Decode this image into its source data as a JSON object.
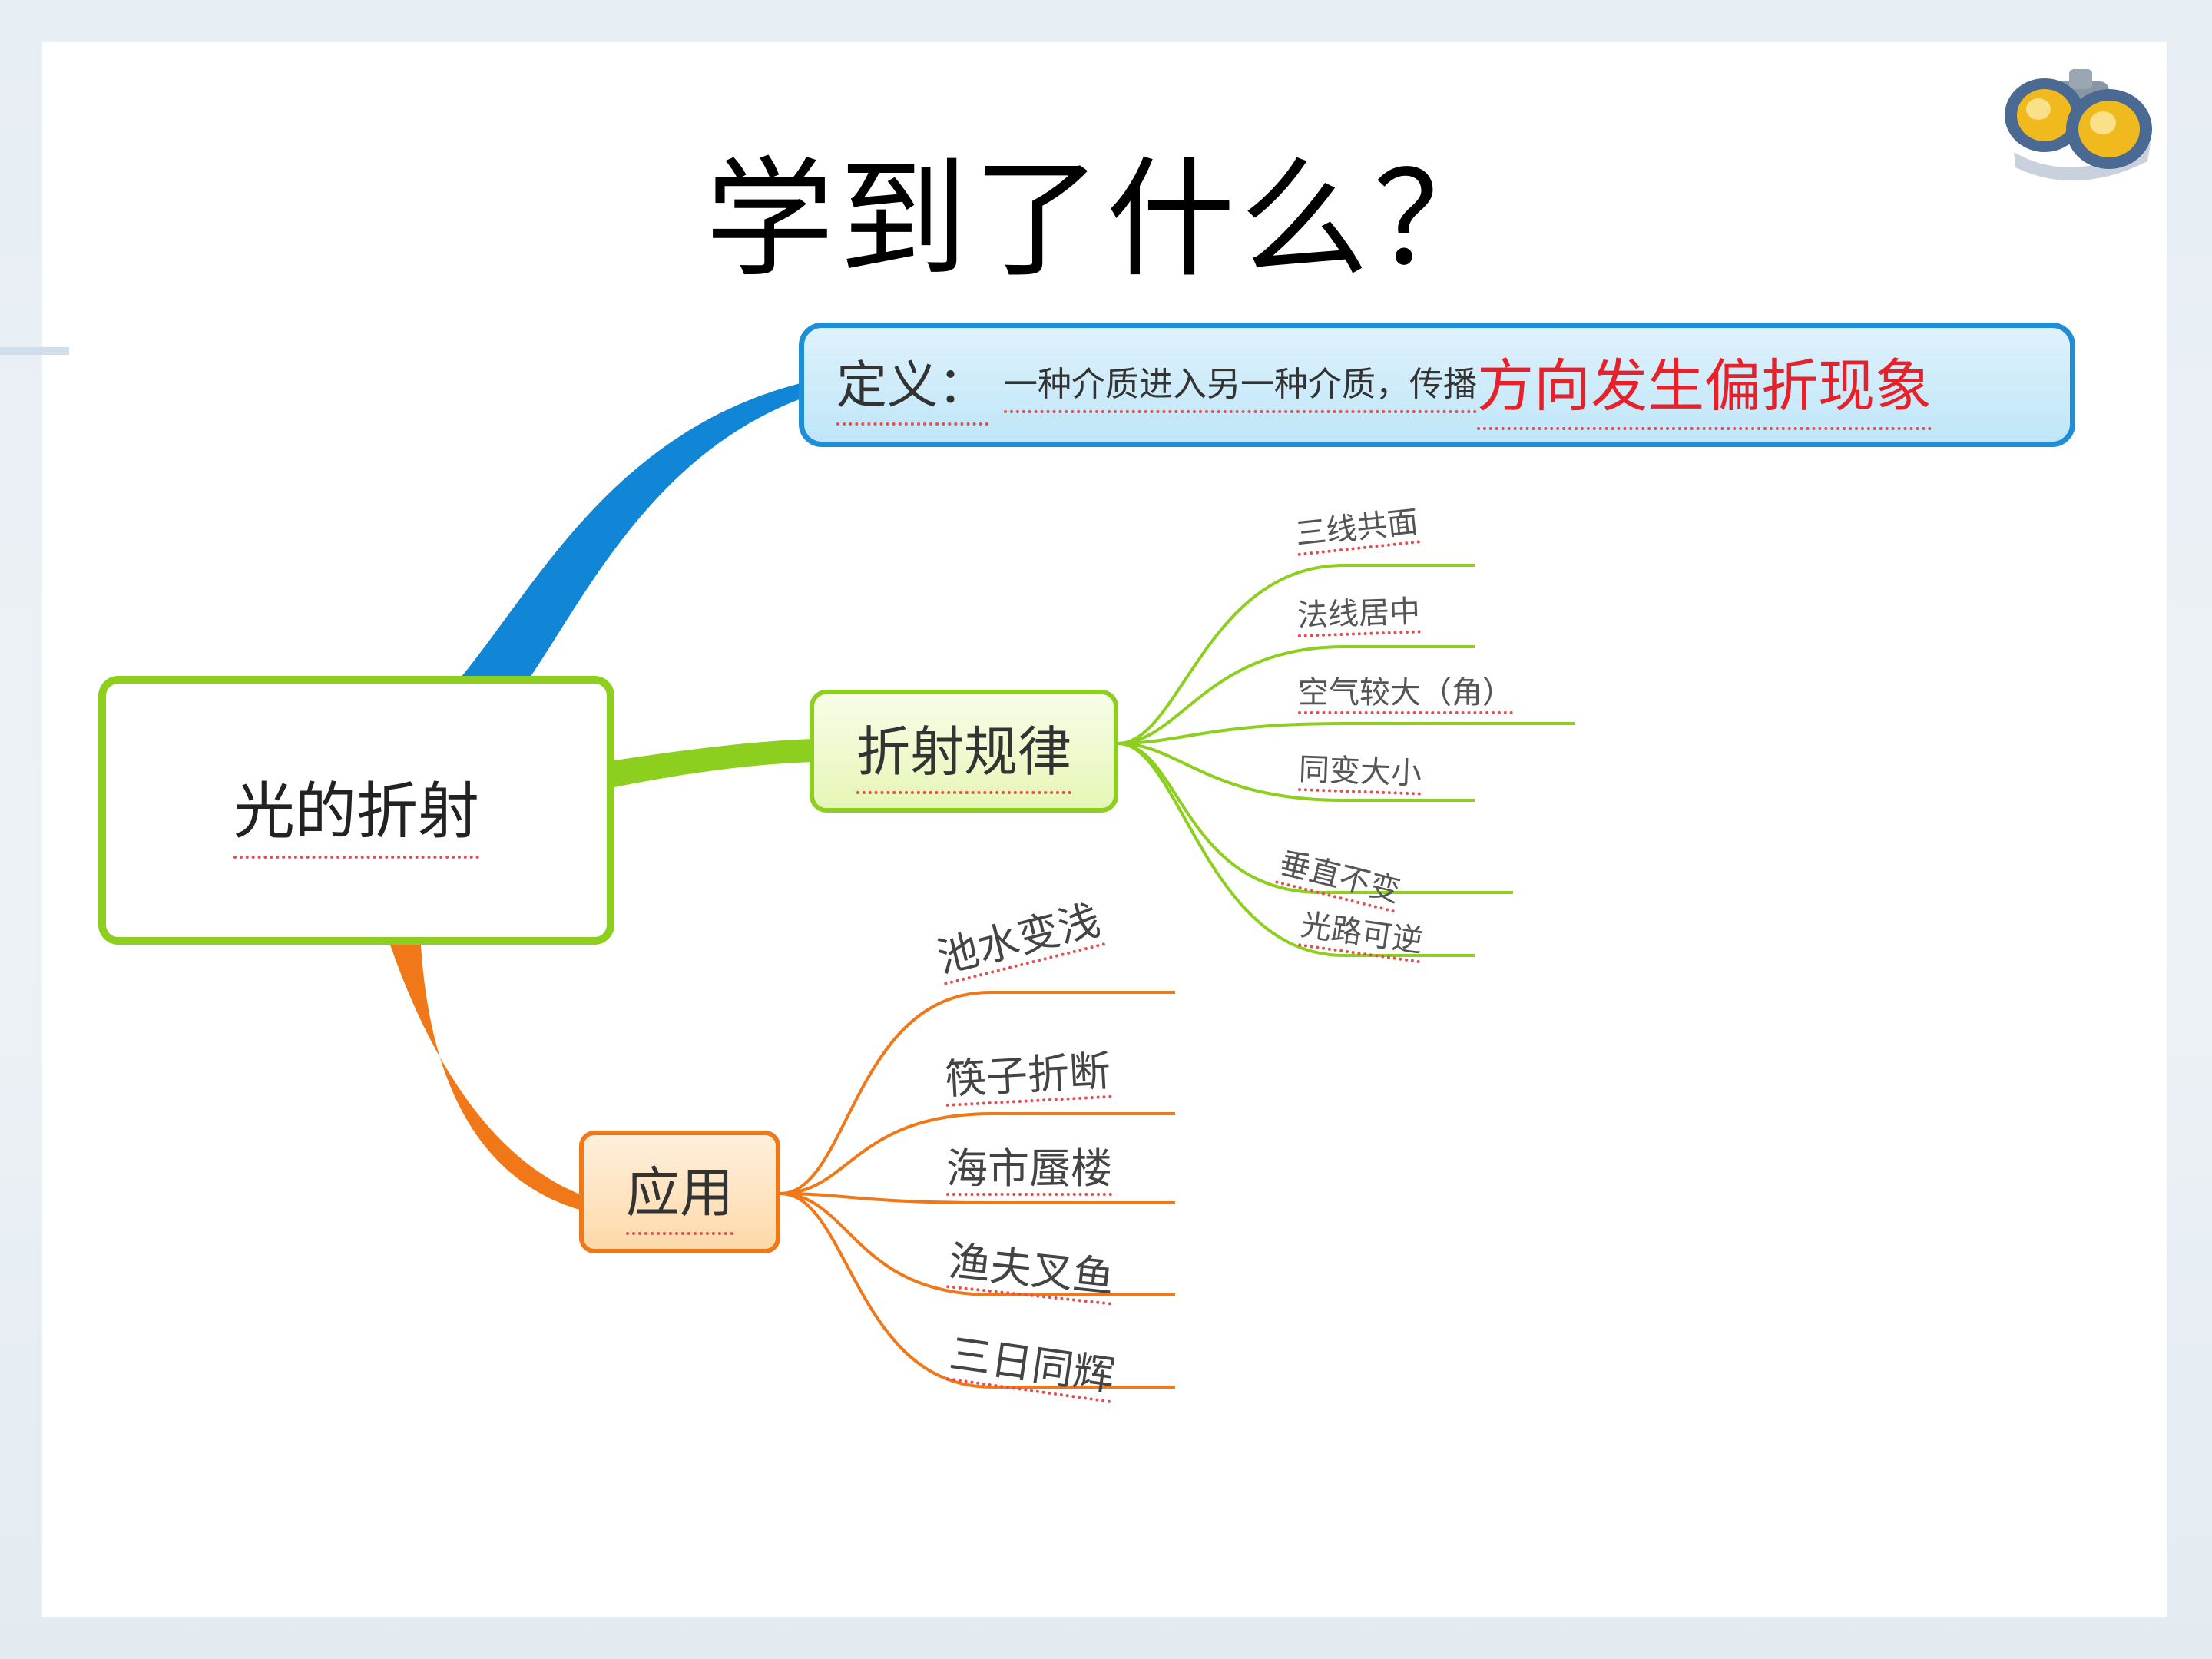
{
  "title": "学到了什么？",
  "root": {
    "label": "光的折射"
  },
  "definition": {
    "label": "定义：",
    "text": "一种介质进入另一种介质，传播",
    "highlight": "方向发生偏折现象",
    "highlight_color": "#e8202a"
  },
  "law": {
    "label": "折射规律",
    "items": [
      "三线共面",
      "法线居中",
      "空气较大（角）",
      "同变大小",
      "垂直不变",
      "光路可逆"
    ]
  },
  "application": {
    "label": "应用",
    "items": [
      "池水变浅",
      "筷子折断",
      "海市蜃楼",
      "渔夫叉鱼",
      "三日同辉"
    ]
  },
  "colors": {
    "definition_branch": "#1186d6",
    "law_branch": "#8ccf1f",
    "application_branch": "#f07818"
  },
  "icons": {
    "corner": "binoculars-icon"
  }
}
